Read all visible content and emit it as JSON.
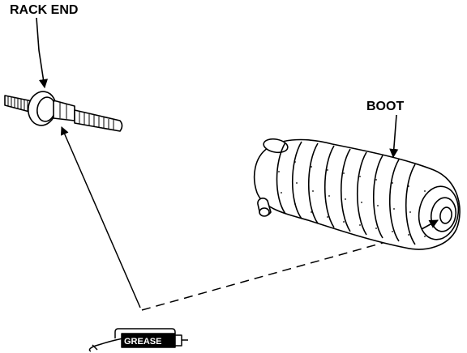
{
  "labels": {
    "rack_end": "RACK END",
    "boot": "BOOT",
    "grease": "GREASE"
  },
  "colors": {
    "ink": "#000000",
    "paper": "#ffffff"
  }
}
